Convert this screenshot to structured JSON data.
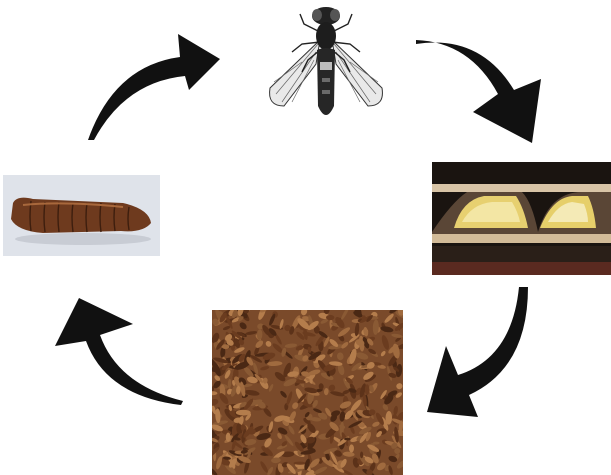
{
  "diagram": {
    "type": "life-cycle",
    "stages": [
      {
        "id": "adult",
        "icon": "adult-fly-illustration"
      },
      {
        "id": "eggs",
        "icon": "eggs-in-corrugated-cardboard-photo"
      },
      {
        "id": "larvae",
        "icon": "larvae-mass-photo"
      },
      {
        "id": "prepupa",
        "icon": "prepupa-larva-photo"
      }
    ],
    "arrows": [
      {
        "from": "adult",
        "to": "eggs",
        "direction": "clockwise"
      },
      {
        "from": "eggs",
        "to": "larvae",
        "direction": "clockwise"
      },
      {
        "from": "larvae",
        "to": "prepupa",
        "direction": "clockwise"
      },
      {
        "from": "prepupa",
        "to": "adult",
        "direction": "clockwise"
      }
    ],
    "colors": {
      "arrow": "#111111",
      "background": "#ffffff"
    }
  }
}
